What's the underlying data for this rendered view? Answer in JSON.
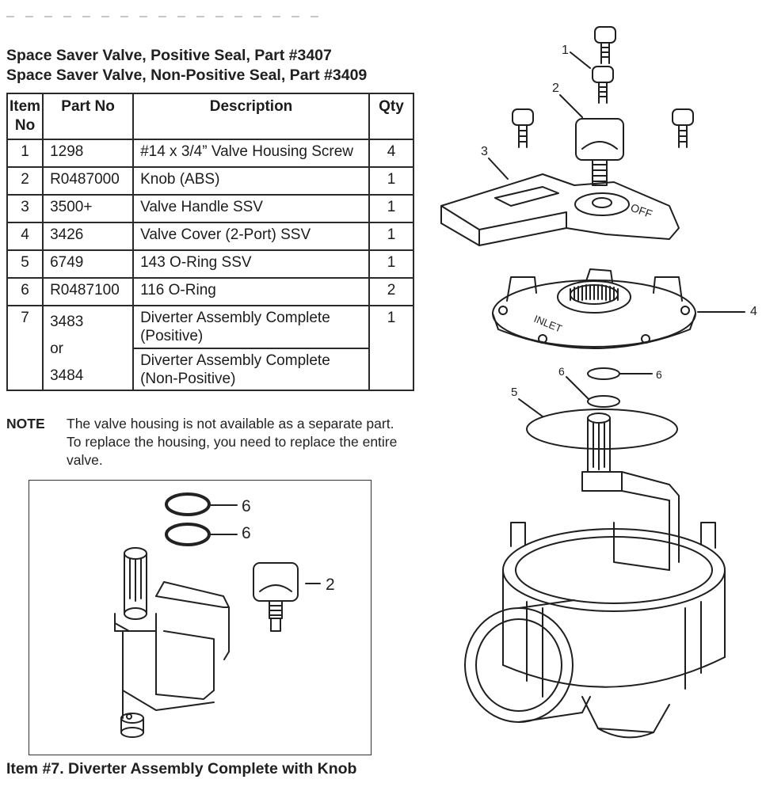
{
  "titles": [
    "Space Saver Valve, Positive Seal, Part #3407",
    "Space Saver Valve, Non-Positive Seal, Part #3409"
  ],
  "table": {
    "headers": {
      "item": "Item No",
      "part": "Part No",
      "description": "Description",
      "qty": "Qty"
    },
    "rows": [
      {
        "item": "1",
        "part": "1298",
        "description": "#14 x 3/4” Valve Housing Screw",
        "qty": "4"
      },
      {
        "item": "2",
        "part": "R0487000",
        "description": "Knob (ABS)",
        "qty": "1"
      },
      {
        "item": "3",
        "part": "3500+",
        "description": "Valve Handle SSV",
        "qty": "1"
      },
      {
        "item": "4",
        "part": "3426",
        "description": "Valve Cover (2-Port) SSV",
        "qty": "1"
      },
      {
        "item": "5",
        "part": "6749",
        "description": "143 O-Ring SSV",
        "qty": "1"
      },
      {
        "item": "6",
        "part": "R0487100",
        "description": "116 O-Ring",
        "qty": "2"
      }
    ],
    "row7": {
      "item": "7",
      "part_a": "3483",
      "or": "or",
      "part_b": "3484",
      "description_a": "Diverter Assembly Complete (Positive)",
      "description_b": "Diverter Assembly Complete (Non-Positive)",
      "qty": "1"
    }
  },
  "note": {
    "label": "NOTE",
    "text": "The valve housing is not available as a separate part. To replace the housing, you need to replace the entire valve."
  },
  "inset": {
    "callouts": [
      "6",
      "6",
      "2"
    ]
  },
  "caption": "Item #7. Diverter Assembly Complete with Knob",
  "diagram": {
    "callouts": [
      "1",
      "2",
      "3",
      "4",
      "5",
      "6",
      "6"
    ],
    "handle_text": "OFF",
    "cover_text": "INLET"
  }
}
